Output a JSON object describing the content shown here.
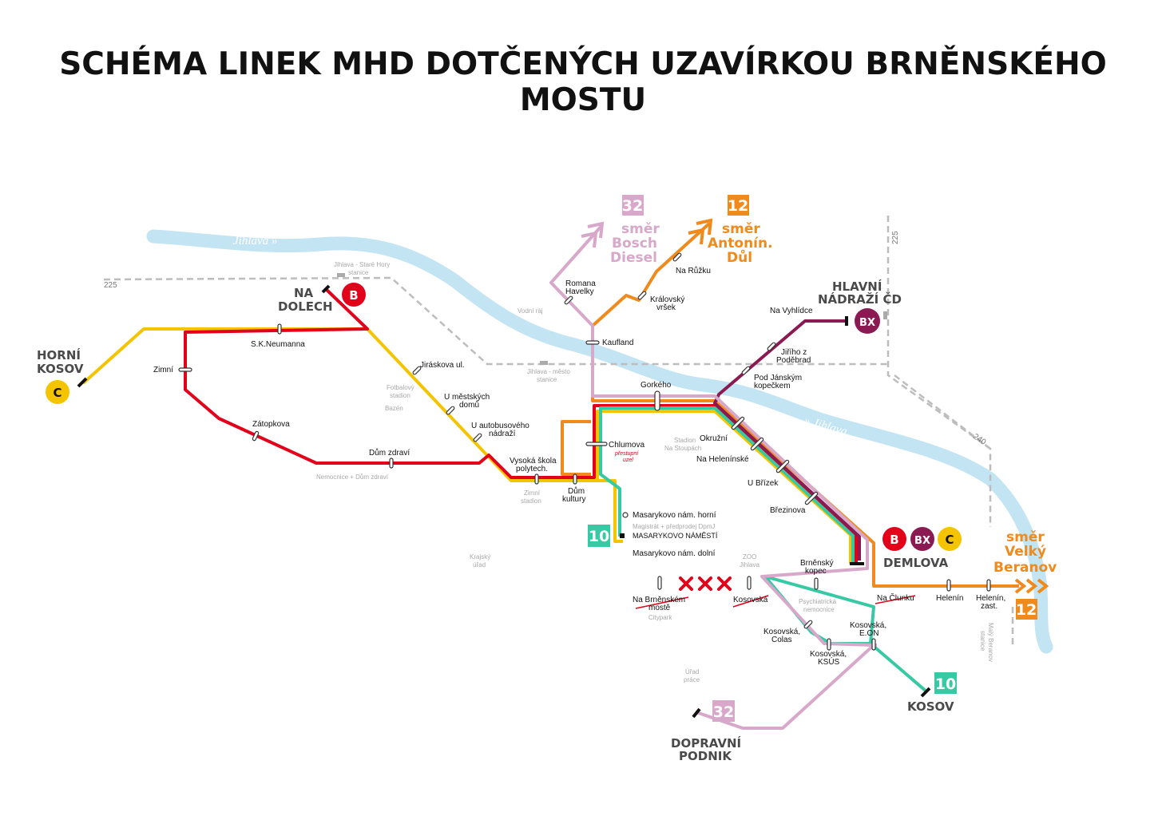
{
  "title": "SCHÉMA LINEK MHD DOTČENÝCH UZAVÍRKOU BRNĚNSKÉHO MOSTU",
  "colors": {
    "line_B": "#e2001a",
    "line_BX": "#8b1a52",
    "line_C": "#f5c400",
    "line_10": "#36c9a3",
    "line_12": "#f08a1c",
    "line_32": "#d7a8c9",
    "river": "#bfe3f2",
    "rail": "#c8c8c8"
  },
  "river": {
    "name1": "Jihlava »",
    "name2": "» Jihlava"
  },
  "roads": {
    "r225a": "225",
    "r225b": "225",
    "r240": "240"
  },
  "terminals": {
    "horni_kosov": [
      "HORNÍ",
      "KOSOV"
    ],
    "na_dolech": [
      "NA",
      "DOLECH"
    ],
    "hlavni_nadrazi": [
      "HLAVNÍ",
      "NÁDRAŽÍ ČD"
    ],
    "demlova": "DEMLOVA",
    "kosov": "KOSOV",
    "dopravni_podnik": [
      "DOPRAVNÍ",
      "PODNIK"
    ]
  },
  "directions": {
    "d32": [
      "směr",
      "Bosch",
      "Diesel"
    ],
    "d12a": [
      "směr",
      "Antonín.",
      "Důl"
    ],
    "d12b": [
      "směr",
      "Velký",
      "Beranov"
    ]
  },
  "badges": {
    "B": "B",
    "BX": "BX",
    "C": "C",
    "n10": "10",
    "n12": "12",
    "n32": "32"
  },
  "stations": {
    "sk_neumanna": "S.K.Neumanna",
    "zimni": "Zimní",
    "zatopkova": "Zátopkova",
    "dum_zdravi": "Dům zdraví",
    "jiraskova": "Jiráskova ul.",
    "u_mestskych_1": "U městských",
    "u_mestskych_2": "domů",
    "u_autobus_1": "U autobusového",
    "u_autobus_2": "nádraží",
    "vysoka_1": "Vysoká škola",
    "vysoka_2": "polytech.",
    "dum_kultury_1": "Dům",
    "dum_kultury_2": "kultury",
    "chlumova": "Chlumova",
    "prestupni_1": "přestupní",
    "prestupni_2": "uzel",
    "masaryk_horni": "Masarykovo nám. horní",
    "masaryk_nam": "MASARYKOVO NÁMĚSTÍ",
    "masaryk_dolni": "Masarykovo nám. dolní",
    "romana_1": "Romana",
    "romana_2": "Havelky",
    "kaufland": "Kaufland",
    "kralovsky_1": "Královský",
    "kralovsky_2": "vršek",
    "na_ruzku": "Na Růžku",
    "gorkeho": "Gorkého",
    "okruzni": "Okružní",
    "na_heleninske": "Na Helenínské",
    "u_brizek": "U Břízek",
    "brezinova": "Březinova",
    "na_vyhlidce": "Na Vyhlídce",
    "jiriho_1": "Jiřího z",
    "jiriho_2": "Poděbrad",
    "pod_janskym_1": "Pod Jánským",
    "pod_janskym_2": "kopečkem",
    "brnensky_1": "Brněnský",
    "brnensky_2": "kopec",
    "na_brnenskem_1": "Na Brněnském",
    "na_brnenskem_2": "mostě",
    "kosovska": "Kosovská",
    "na_clunku": "Na Člunku",
    "helenin": "Helenín",
    "helenin_zast_1": "Helenín,",
    "helenin_zast_2": "zast.",
    "kosovska_colas_1": "Kosovská,",
    "kosovska_colas_2": "Colas",
    "kosovska_eon_1": "Kosovská,",
    "kosovska_eon_2": "E.ON",
    "kosovska_ksus_1": "Kosovská,",
    "kosovska_ksus_2": "KSÚS"
  },
  "landmarks": {
    "stare_hory_1": "Jihlava - Staré Hory",
    "stare_hory_2": "stanice",
    "mesto_1": "Jihlava - město",
    "mesto_2": "stanice",
    "vodni_raj": "Vodní ráj",
    "fotbal_1": "Fotbalový",
    "fotbal_2": "stadion",
    "bazen": "Bazén",
    "nemocnice": "Nemocnice + Dům zdraví",
    "zimni_stadion_1": "Zimní",
    "zimni_stadion_2": "stadion",
    "stadion_1": "Stadion",
    "stadion_2": "Na Stoupách",
    "magistrat": "Magistrát + předprodej DpmJ",
    "krajsky_1": "Krajský",
    "krajsky_2": "úřad",
    "zoo_1": "ZOO",
    "zoo_2": "Jihlava",
    "psych_1": "Psychiatrická",
    "psych_2": "nemocnice",
    "citypark": "Citypark",
    "urad_1": "Úřad",
    "urad_2": "práce",
    "maly_1": "Malý Beranov",
    "maly_2": "stanice"
  }
}
